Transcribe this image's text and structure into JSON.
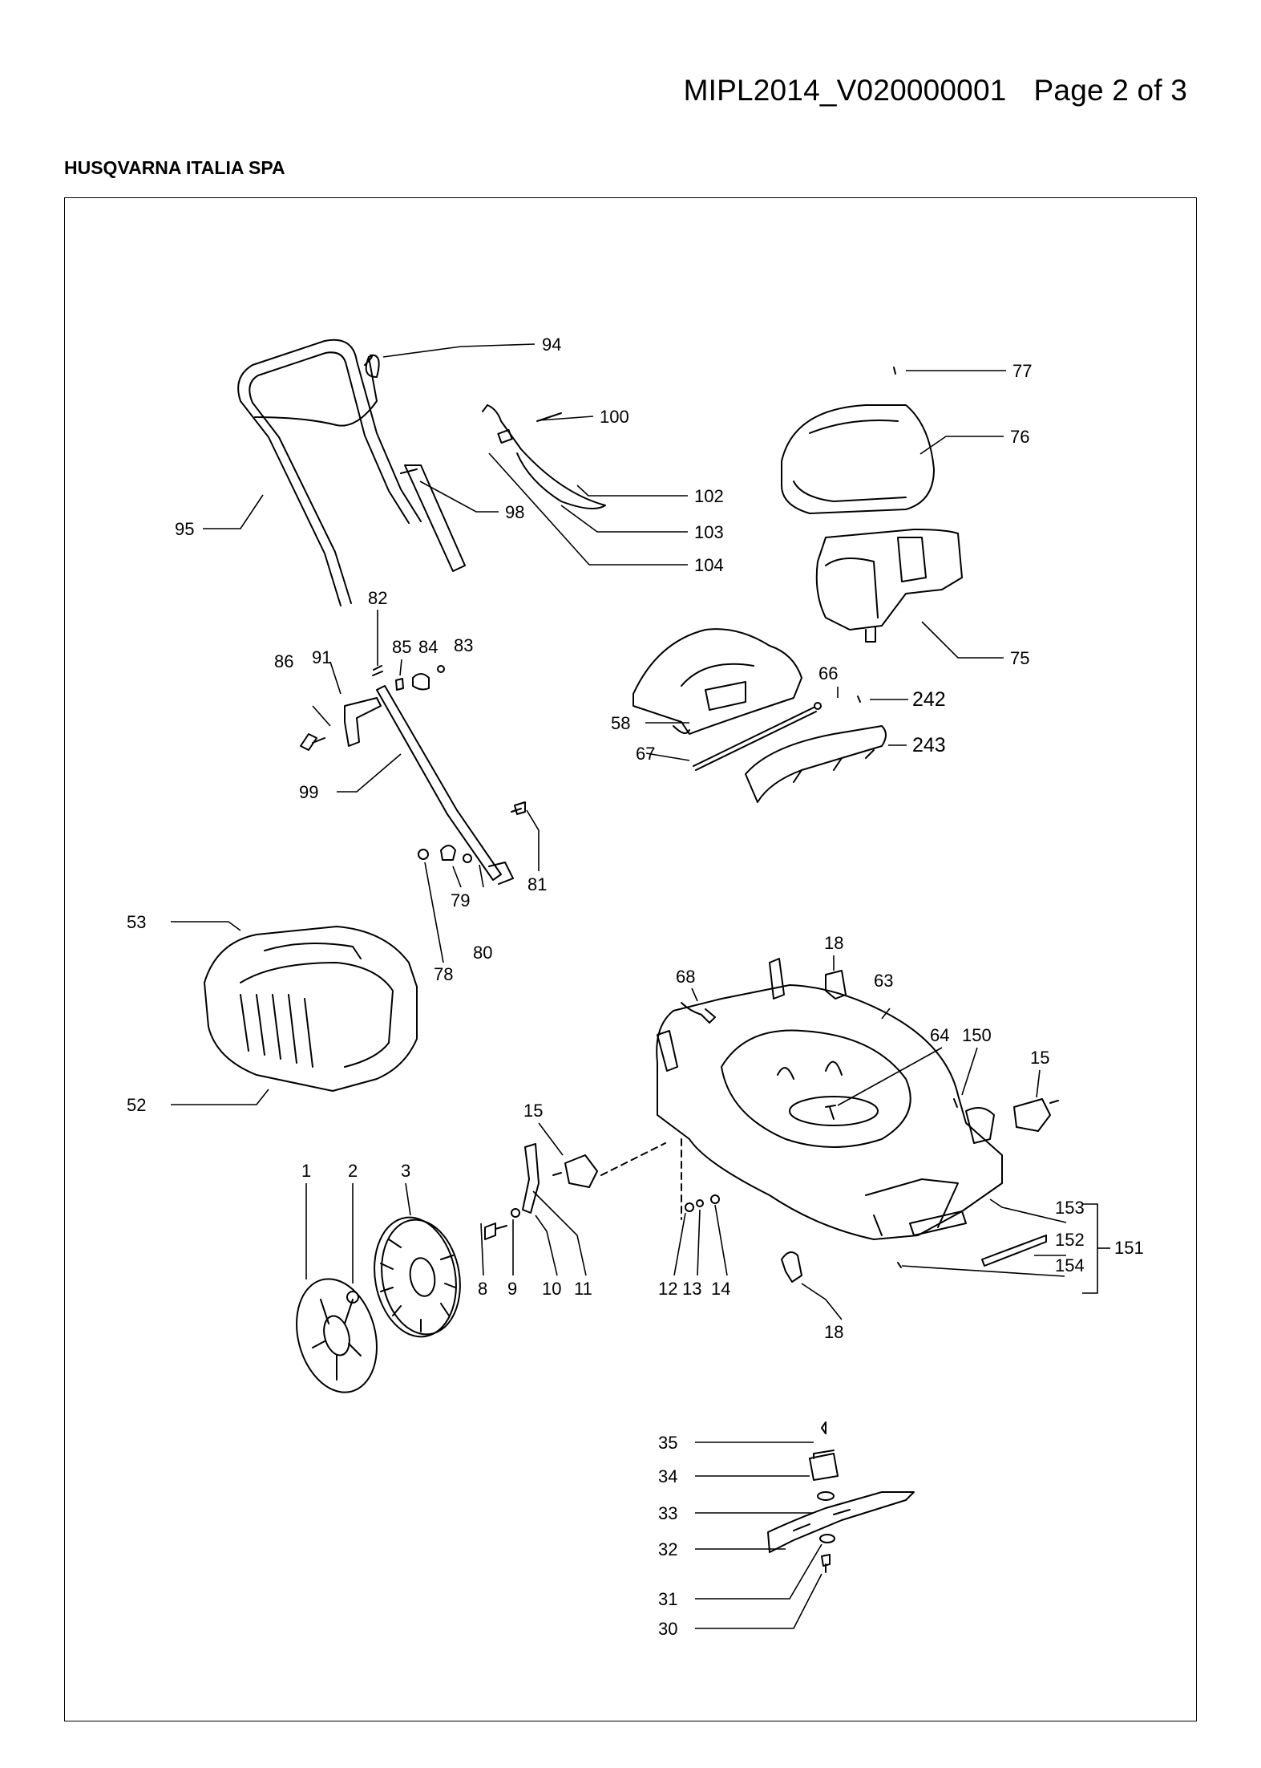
{
  "header": {
    "doc_id": "MIPL2014_V020000001",
    "page": "Page 2 of 3"
  },
  "company": "HUSQVARNA ITALIA SPA",
  "diagram": {
    "callouts": [
      {
        "id": "c94",
        "label": "94"
      },
      {
        "id": "c100",
        "label": "100"
      },
      {
        "id": "c77",
        "label": "77"
      },
      {
        "id": "c76",
        "label": "76"
      },
      {
        "id": "c102",
        "label": "102"
      },
      {
        "id": "c103",
        "label": "103"
      },
      {
        "id": "c104",
        "label": "104"
      },
      {
        "id": "c95",
        "label": "95"
      },
      {
        "id": "c98",
        "label": "98"
      },
      {
        "id": "c75",
        "label": "75"
      },
      {
        "id": "c82",
        "label": "82"
      },
      {
        "id": "c85",
        "label": "85"
      },
      {
        "id": "c84",
        "label": "84"
      },
      {
        "id": "c83",
        "label": "83"
      },
      {
        "id": "c86",
        "label": "86"
      },
      {
        "id": "c91",
        "label": "91"
      },
      {
        "id": "c66",
        "label": "66"
      },
      {
        "id": "c242",
        "label": "242"
      },
      {
        "id": "c58",
        "label": "58"
      },
      {
        "id": "c243",
        "label": "243"
      },
      {
        "id": "c67",
        "label": "67"
      },
      {
        "id": "c99",
        "label": "99"
      },
      {
        "id": "c81",
        "label": "81"
      },
      {
        "id": "c53",
        "label": "53"
      },
      {
        "id": "c79",
        "label": "79"
      },
      {
        "id": "c80",
        "label": "80"
      },
      {
        "id": "c78",
        "label": "78"
      },
      {
        "id": "c18a",
        "label": "18"
      },
      {
        "id": "c68",
        "label": "68"
      },
      {
        "id": "c63",
        "label": "63"
      },
      {
        "id": "c64",
        "label": "64"
      },
      {
        "id": "c150",
        "label": "150"
      },
      {
        "id": "c15a",
        "label": "15"
      },
      {
        "id": "c52",
        "label": "52"
      },
      {
        "id": "c15b",
        "label": "15"
      },
      {
        "id": "c1",
        "label": "1"
      },
      {
        "id": "c2",
        "label": "2"
      },
      {
        "id": "c3",
        "label": "3"
      },
      {
        "id": "c153",
        "label": "153"
      },
      {
        "id": "c151",
        "label": "151"
      },
      {
        "id": "c152",
        "label": "152"
      },
      {
        "id": "c154",
        "label": "154"
      },
      {
        "id": "c8",
        "label": "8"
      },
      {
        "id": "c9",
        "label": "9"
      },
      {
        "id": "c10",
        "label": "10"
      },
      {
        "id": "c11",
        "label": "11"
      },
      {
        "id": "c12",
        "label": "12"
      },
      {
        "id": "c13",
        "label": "13"
      },
      {
        "id": "c14",
        "label": "14"
      },
      {
        "id": "c18b",
        "label": "18"
      },
      {
        "id": "c35",
        "label": "35"
      },
      {
        "id": "c34",
        "label": "34"
      },
      {
        "id": "c33",
        "label": "33"
      },
      {
        "id": "c32",
        "label": "32"
      },
      {
        "id": "c31",
        "label": "31"
      },
      {
        "id": "c30",
        "label": "30"
      }
    ]
  }
}
